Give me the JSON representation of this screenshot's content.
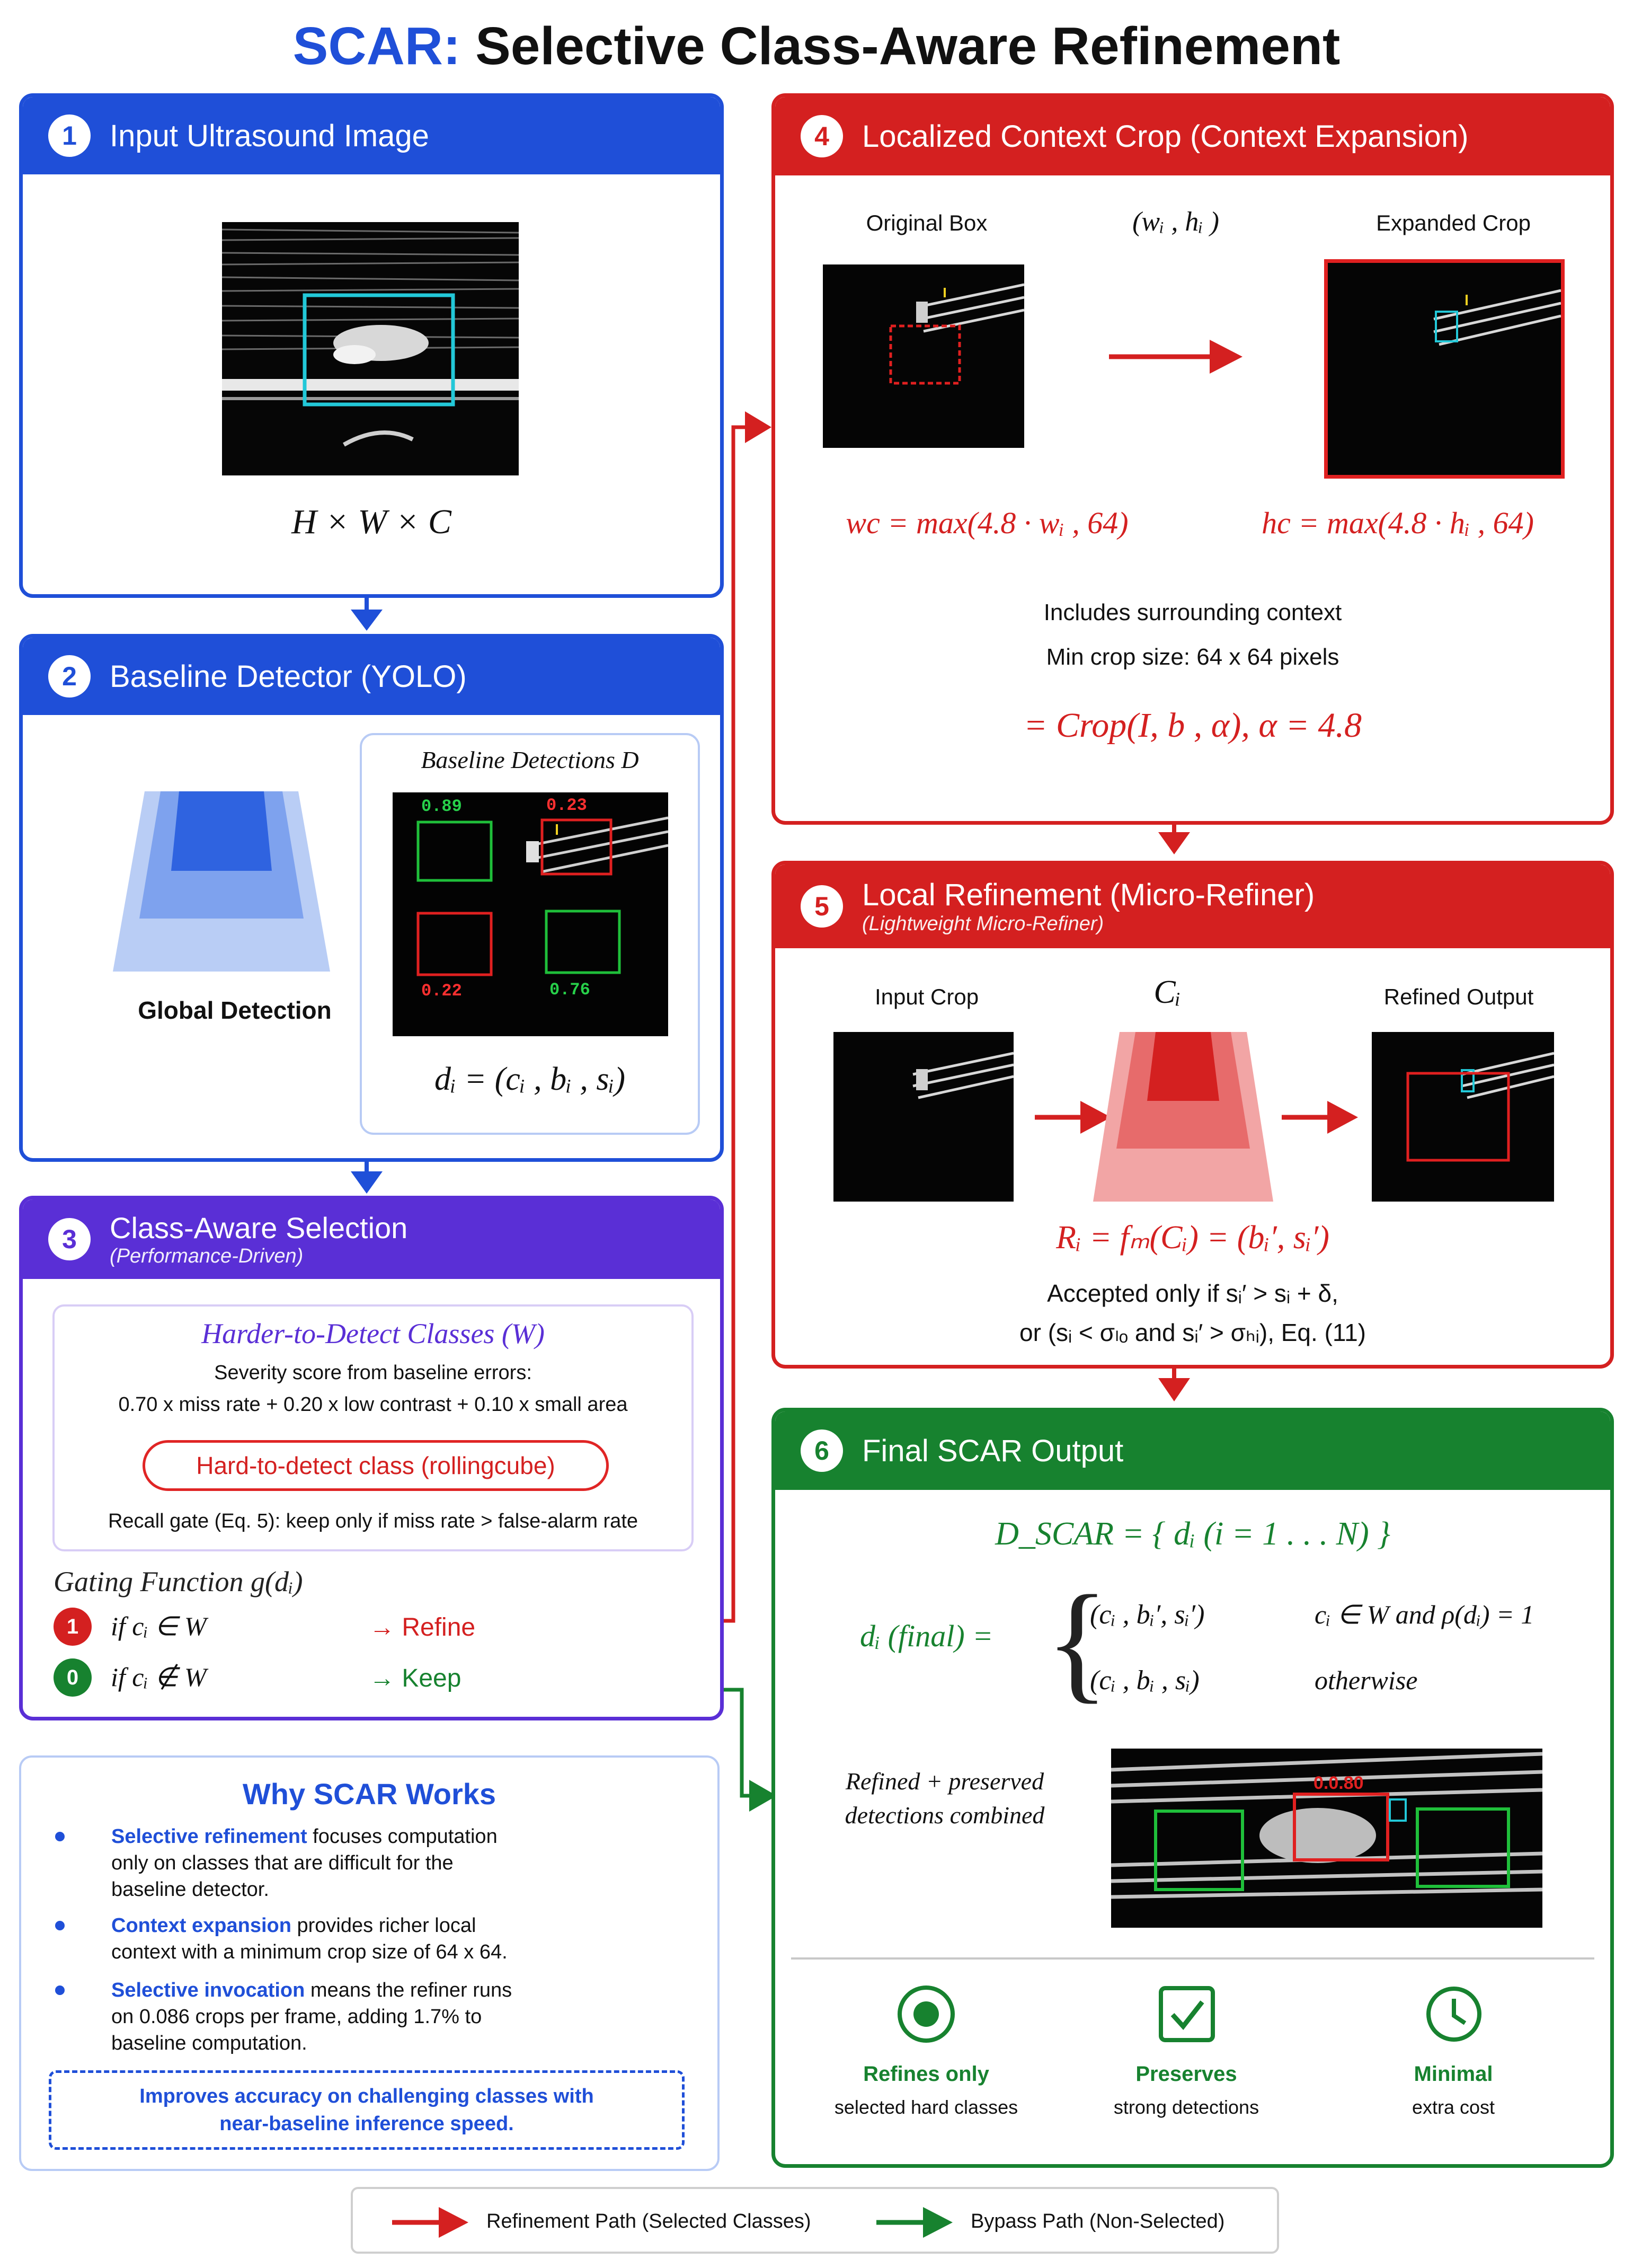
{
  "title": {
    "prefix": "SCAR:",
    "rest": " Selective Class-Aware Refinement"
  },
  "colors": {
    "blue": "#1f4fd8",
    "red": "#d42020",
    "purple": "#5a2fd6",
    "green": "#17822f"
  },
  "step1": {
    "num": "1",
    "title": "Input Ultrasound Image",
    "formula": "H × W × C"
  },
  "step2": {
    "num": "2",
    "title": "Baseline Detector (YOLO)",
    "global_label": "Global Detection",
    "panel_title": "Baseline Detections D",
    "scores": {
      "tl": "0.89",
      "tr": "0.23",
      "bl": "0.22",
      "br": "0.76"
    },
    "formula": "dᵢ = (cᵢ , bᵢ , sᵢ)"
  },
  "step3": {
    "num": "3",
    "title": "Class-Aware Selection",
    "subtitle": "(Performance-Driven)",
    "panel_title": "Harder-to-Detect Classes (W)",
    "severity_line1": "Severity score from baseline errors:",
    "severity_line2": "0.70 x miss rate + 0.20 x low contrast + 0.10 x small area",
    "pill": "Hard-to-detect class (rollingcube)",
    "recall_gate": "Recall gate (Eq. 5): keep only if miss rate > false-alarm rate",
    "gating_title": "Gating Function g(dᵢ)",
    "gate1": {
      "badge": "1",
      "cond": "if cᵢ ∈ W",
      "action": "→ Refine"
    },
    "gate0": {
      "badge": "0",
      "cond": "if cᵢ ∉ W",
      "action": "→ Keep"
    }
  },
  "why": {
    "title": "Why SCAR Works",
    "bullets": [
      {
        "bold": "Selective refinement",
        "l1": " focuses computation",
        "l2": "only on classes that are difficult for the",
        "l3": "baseline detector."
      },
      {
        "bold": "Context expansion",
        "l1": " provides richer local",
        "l2": "context with a minimum crop size of 64 x 64.",
        "l3": ""
      },
      {
        "bold": "Selective invocation",
        "l1": " means the refiner runs",
        "l2": "on 0.086 crops per frame, adding 1.7% to",
        "l3": "baseline computation."
      }
    ],
    "note_line1": "Improves accuracy on challenging classes with",
    "note_line2": "near-baseline inference speed."
  },
  "step4": {
    "num": "4",
    "title": "Localized Context Crop (Context Expansion)",
    "original_label": "Original Box",
    "wh_label": "(wᵢ , hᵢ )",
    "expanded_label": "Expanded Crop",
    "wc": "wc = max(4.8 · wᵢ , 64)",
    "hc": "hc = max(4.8 · hᵢ , 64)",
    "line1": "Includes surrounding context",
    "line2": "Min crop size: 64 x 64 pixels",
    "crop": "= Crop(I,  b ,  α),   α = 4.8"
  },
  "step5": {
    "num": "5",
    "title": "Local Refinement (Micro-Refiner)",
    "subtitle": "(Lightweight Micro-Refiner)",
    "input_label": "Input Crop",
    "ci_label": "Cᵢ",
    "output_label": "Refined Output",
    "formula": "Rᵢ = fₘ(Cᵢ) = (bᵢ′, sᵢ′)",
    "accept1": "Accepted only if sᵢ′ > sᵢ + δ,",
    "accept2": "or (sᵢ < σₗₒ  and  sᵢ′ > σₕᵢ), Eq. (11)"
  },
  "step6": {
    "num": "6",
    "title": "Final SCAR Output",
    "dscar": "D_SCAR = { dᵢ   (i = 1 . . . N) }",
    "final_lhs": "dᵢ (final) =",
    "case1": "(cᵢ , bᵢ′, sᵢ′)",
    "case1_cond": "cᵢ ∈ W and ρ(dᵢ) = 1",
    "case2": "(cᵢ , bᵢ , sᵢ)",
    "case2_cond": "otherwise",
    "combined_line1": "Refined + preserved",
    "combined_line2": "detections combined",
    "score_label": "0.0.80",
    "features": [
      {
        "icon": "target-icon",
        "title": "Refines only",
        "sub": "selected hard classes"
      },
      {
        "icon": "checkbox-icon",
        "title": "Preserves",
        "sub": "strong detections"
      },
      {
        "icon": "clock-icon",
        "title": "Minimal",
        "sub": "extra cost"
      }
    ]
  },
  "legend": {
    "refine": "Refinement Path (Selected Classes)",
    "bypass": "Bypass Path (Non-Selected)"
  }
}
